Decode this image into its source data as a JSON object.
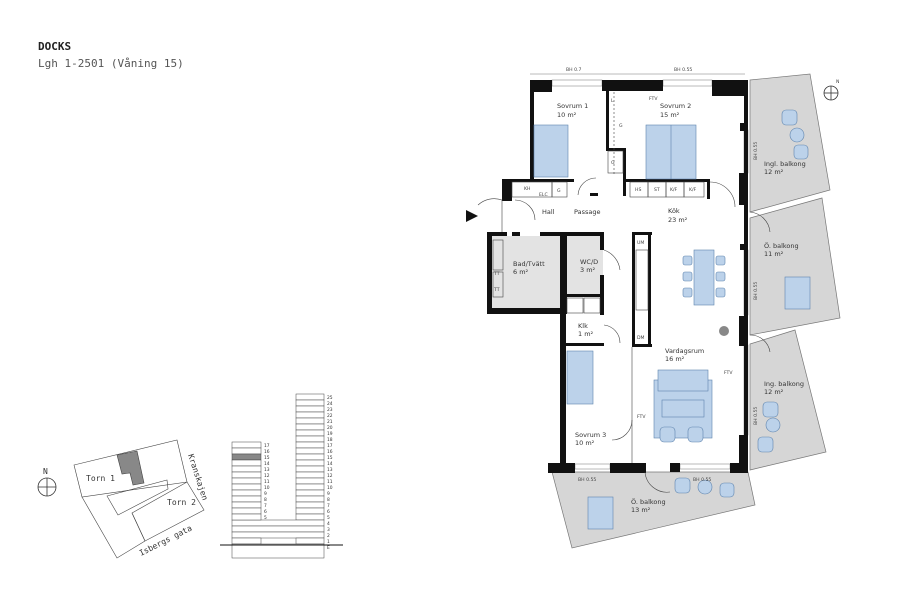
{
  "header": {
    "title": "DOCKS",
    "subtitle": "Lgh 1-2501 (Våning 15)"
  },
  "colors": {
    "furniture": "#bcd2ea",
    "balcony": "#d6d6d6",
    "wall": "#111111",
    "wet_room": "#e3e3e3",
    "highlight_floor": "#888888"
  },
  "rooms": {
    "sovrum1": {
      "name": "Sovrum 1",
      "area": "10 m²"
    },
    "sovrum2": {
      "name": "Sovrum 2",
      "area": "15 m²"
    },
    "hall": {
      "name": "Hall"
    },
    "passage": {
      "name": "Passage"
    },
    "kok": {
      "name": "Kök",
      "area": "23 m²"
    },
    "bad": {
      "name": "Bad/Tvätt",
      "area": "6 m²"
    },
    "wc": {
      "name": "WC/D",
      "area": "3 m²"
    },
    "klk": {
      "name": "Klk",
      "area": "1 m²"
    },
    "vardagsrum": {
      "name": "Vardagsrum",
      "area": "16 m²"
    },
    "sovrum3": {
      "name": "Sovrum 3",
      "area": "10 m²"
    },
    "balk1": {
      "name": "Ingl. balkong",
      "area": "12 m²"
    },
    "balk2": {
      "name": "Ö. balkong",
      "area": "11 m²"
    },
    "balk3": {
      "name": "Ing. balkong",
      "area": "12 m²"
    },
    "balk4": {
      "name": "Ö. balkong",
      "area": "13 m²"
    }
  },
  "annotations": {
    "bh07": "BH 0.7",
    "bh055": "BH 0.55",
    "ftv": "FTV",
    "kh": "KH",
    "elc": "ELC",
    "g": "G",
    "l": "L",
    "hs": "HS",
    "st": "ST",
    "kf": "K/F",
    "um": "UM",
    "dm": "DM",
    "tt": "TT",
    "tt2": "TT"
  },
  "compass": {
    "north": "N"
  },
  "site_map": {
    "torn1": "Torn 1",
    "torn2": "Torn 2",
    "street1": "Kranskajen",
    "street2": "Isbergs gata",
    "north": "N"
  },
  "elevation": {
    "left_tower_floors": [
      "17",
      "16",
      "15",
      "14",
      "13",
      "12",
      "11",
      "10",
      "9",
      "8",
      "7",
      "6",
      "5"
    ],
    "right_tower_floors": [
      "25",
      "24",
      "23",
      "22",
      "21",
      "20",
      "19",
      "18",
      "17",
      "16",
      "15",
      "14",
      "13",
      "12",
      "11",
      "10",
      "9",
      "8",
      "7",
      "6",
      "5",
      "4",
      "3",
      "2",
      "1",
      "E"
    ],
    "highlighted_floor": 15
  }
}
